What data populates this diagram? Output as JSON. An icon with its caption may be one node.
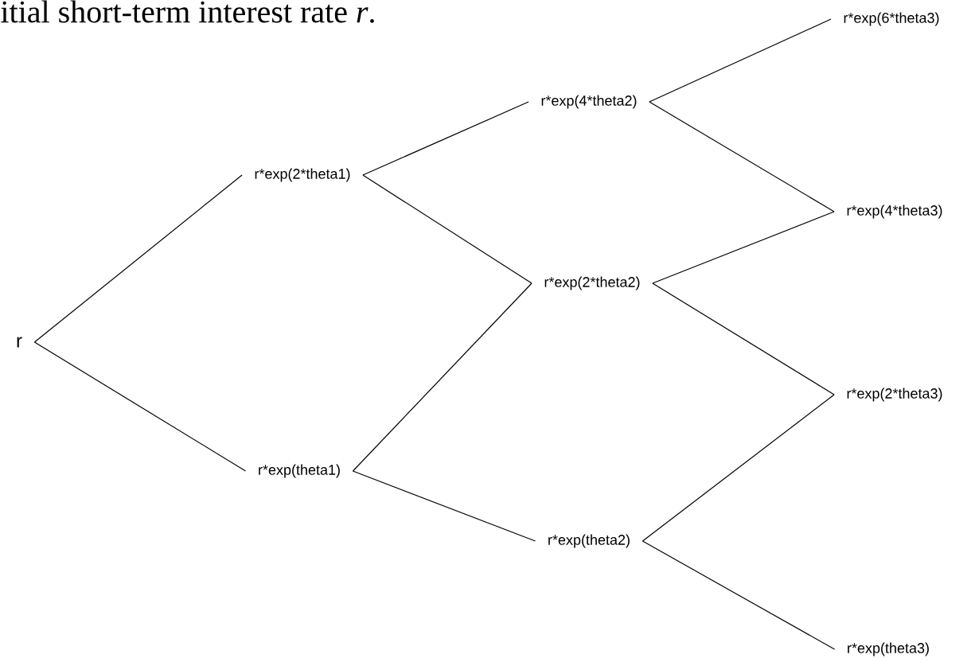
{
  "diagram": {
    "nodes": [
      {
        "text": [
          "r"
        ]
      },
      {
        "text": [
          "r*exp(2*theta1)"
        ]
      },
      {
        "text": [
          "r*exp(theta1)"
        ]
      },
      {
        "text": [
          "r*exp(4*theta2)"
        ]
      },
      {
        "text": [
          "r*exp(2*theta2)"
        ]
      },
      {
        "text": [
          "r*exp(theta2)"
        ]
      },
      {
        "text": [
          "r*exp(6*theta3)"
        ]
      },
      {
        "text": [
          "r*exp(4*theta3)"
        ]
      },
      {
        "text": [
          "r*exp(2*theta3)"
        ]
      },
      {
        "text": [
          "r*exp(theta3)"
        ]
      }
    ],
    "edges": [
      {
        "from": 0,
        "to": 1,
        "arrow": "none"
      },
      {
        "from": 0,
        "to": 2,
        "arrow": "none"
      },
      {
        "from": 1,
        "to": 3,
        "arrow": "none"
      },
      {
        "from": 1,
        "to": 4,
        "arrow": "none"
      },
      {
        "from": 2,
        "to": 4,
        "arrow": "none"
      },
      {
        "from": 2,
        "to": 5,
        "arrow": "none"
      },
      {
        "from": 3,
        "to": 6,
        "arrow": "none"
      },
      {
        "from": 3,
        "to": 7,
        "arrow": "none"
      },
      {
        "from": 4,
        "to": 7,
        "arrow": "none"
      },
      {
        "from": 4,
        "to": 8,
        "arrow": "none"
      },
      {
        "from": 5,
        "to": 8,
        "arrow": "none"
      },
      {
        "from": 5,
        "to": 9,
        "arrow": "none"
      }
    ],
    "labels": [
      "itial short-term interest rate *r*."
    ]
  }
}
